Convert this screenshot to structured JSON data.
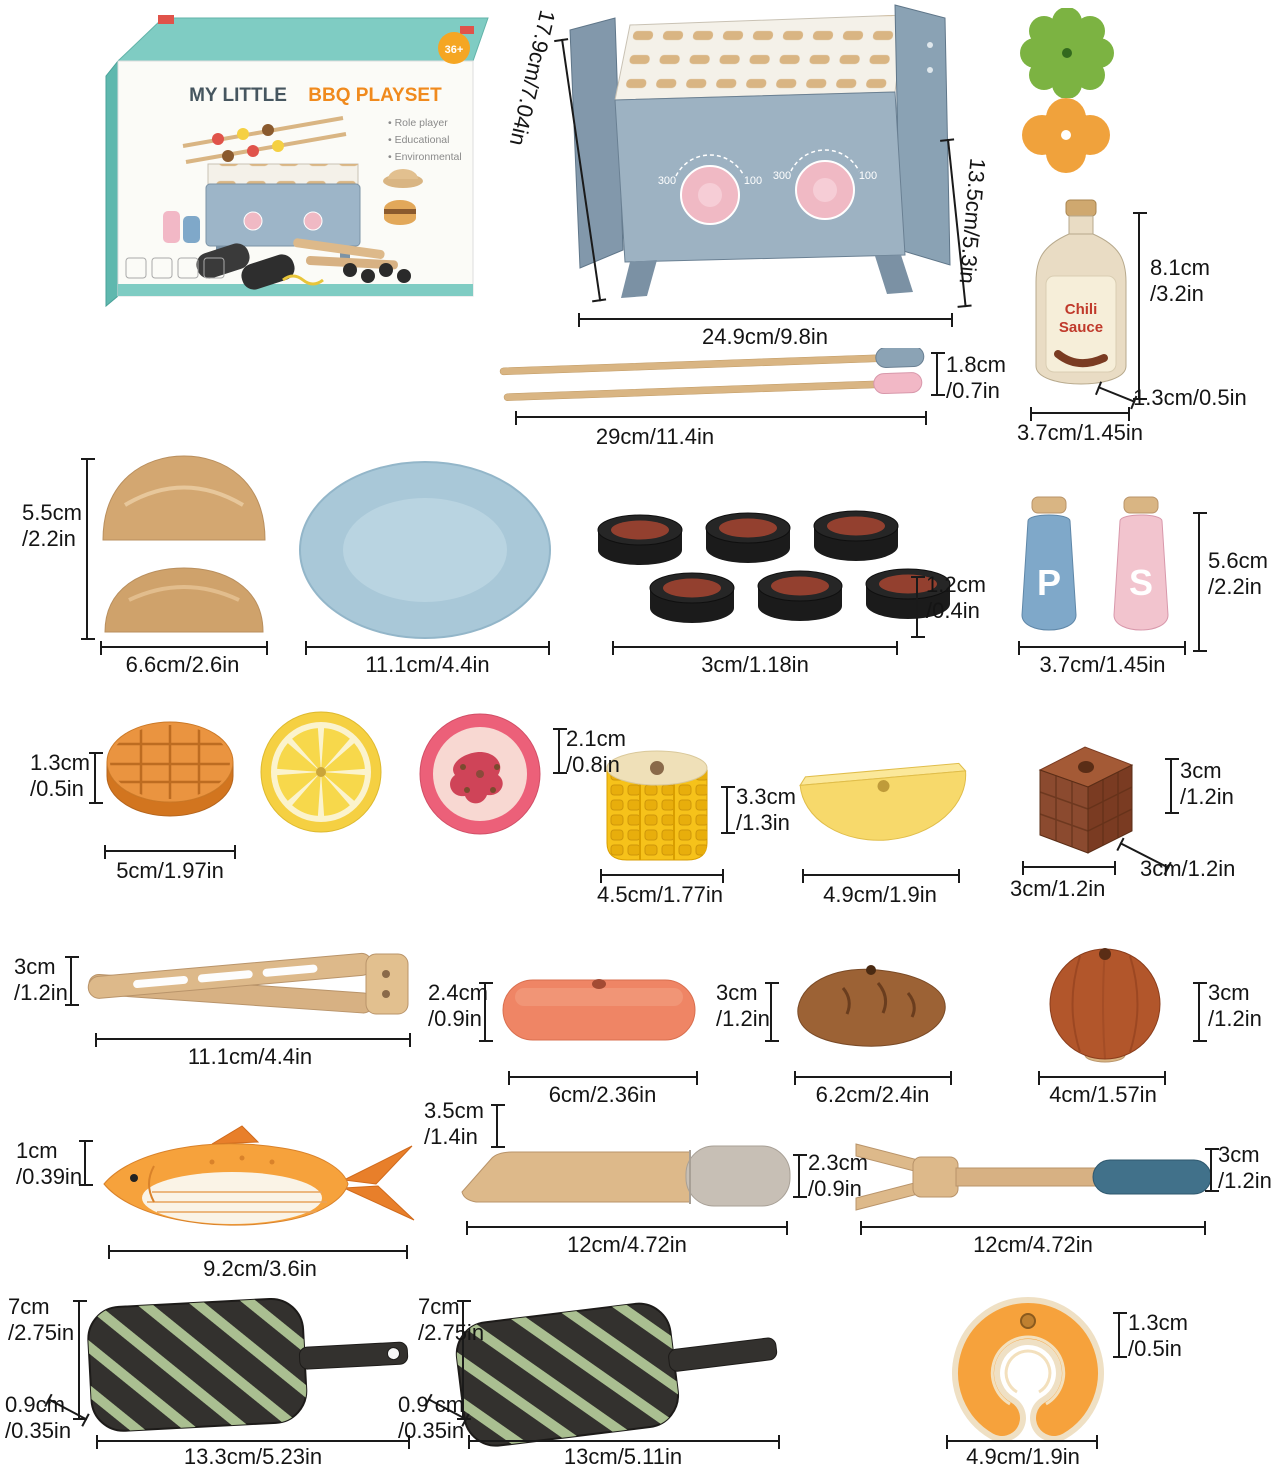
{
  "box": {
    "title1": "MY LITTLE",
    "title2": "BBQ PLAYSET",
    "badge": "36+",
    "bullets": [
      "• Role player",
      "• Educational",
      "• Environmental"
    ]
  },
  "grill": {
    "scale_left": "300",
    "scale_right": "100"
  },
  "sauce": {
    "name1": "Chili",
    "name2": "Sauce"
  },
  "shakers": {
    "pepper_letter": "P",
    "salt_letter": "S"
  },
  "labels": {
    "grill_height": "17.9cm/7.04in",
    "grill_depth": "13.5cm/5.3in",
    "grill_width": "24.9cm/9.8in",
    "sauce_height": "8.1cm\n/3.2in",
    "sauce_neck": "1.3cm/0.5in",
    "sauce_width": "3.7cm/1.45in",
    "skewer_thickness": "1.8cm\n/0.7in",
    "skewer_length": "29cm/11.4in",
    "bun_height": "5.5cm\n/2.2in",
    "bun_width": "6.6cm/2.6in",
    "plate_width": "11.1cm/4.4in",
    "patty_height": "1.2cm\n/0.4in",
    "patty_width": "3cm/1.18in",
    "shaker_height": "5.6cm\n/2.2in",
    "shaker_width": "3.7cm/1.45in",
    "bread_height": "1.3cm\n/0.5in",
    "bread_width": "5cm/1.97in",
    "tomato_height": "2.1cm\n/0.8in",
    "corn_height": "3.3cm\n/1.3in",
    "corn_width": "4.5cm/1.77in",
    "cheesehalf_width": "4.9cm/1.9in",
    "cube_height": "3cm\n/1.2in",
    "cube_depth": "3cm/1.2in",
    "cube_width": "3cm/1.2in",
    "tongs_height": "3cm\n/1.2in",
    "tongs_length": "11.1cm/4.4in",
    "sausage_height": "2.4cm\n/0.9in",
    "sausage_length": "6cm/2.36in",
    "potato_height": "3cm\n/1.2in",
    "potato_length": "6.2cm/2.4in",
    "onion_height": "3cm\n/1.2in",
    "onion_width": "4cm/1.57in",
    "fish_height": "1cm\n/0.39in",
    "fish_length": "9.2cm/3.6in",
    "knife_height": "3.5cm\n/1.4in",
    "knife_length": "12cm/4.72in",
    "knife_width": "2.3cm\n/0.9in",
    "fork_length": "12cm/4.72in",
    "fork_width": "3cm\n/1.2in",
    "pan1_height": "7cm\n/2.75in",
    "pan1_thickness": "0.9cm\n/0.35in",
    "pan1_length": "13.3cm/5.23in",
    "pan2_height": "7cm\n/2.75in",
    "pan2_thickness": "0.9 cm\n/0.35in",
    "pan2_length": "13cm/5.11in",
    "salmon_height": "1.3cm\n/0.5in",
    "salmon_width": "4.9cm/1.9in"
  }
}
